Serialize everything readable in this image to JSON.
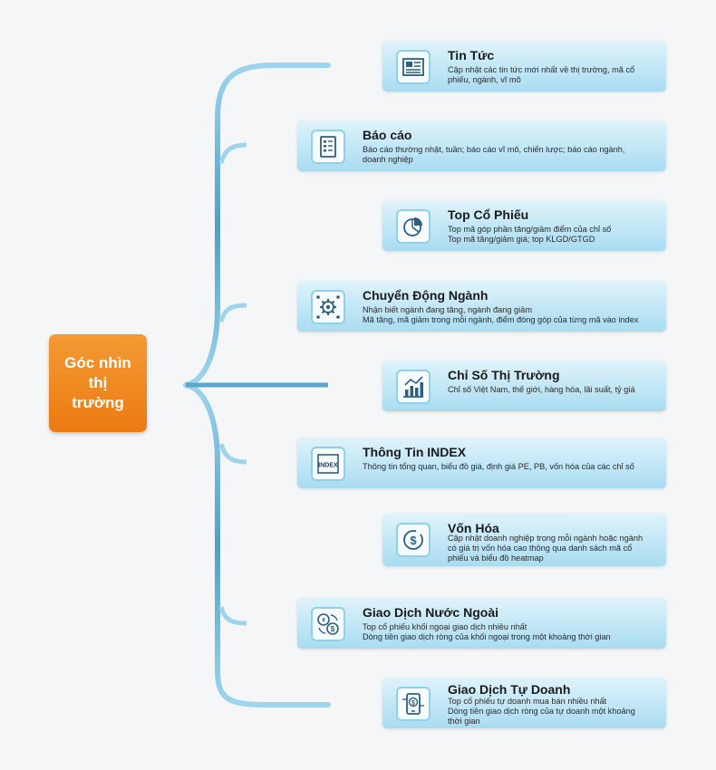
{
  "root": {
    "line1": "Góc nhìn",
    "line2": "thị trường"
  },
  "nodes": [
    {
      "title": "Tin Tức",
      "icon": "newspaper-icon",
      "lines": [
        "Cập nhật các tin tức mới nhất về thị trường, mã cổ",
        "phiếu, ngành, vĩ mô"
      ]
    },
    {
      "title": "Báo cáo",
      "icon": "report-document-icon",
      "lines": [
        "Báo cáo thường nhật, tuần; báo cáo vĩ mô, chiến lược; báo cáo ngành,",
        "doanh nghiệp"
      ]
    },
    {
      "title": "Top Cổ Phiếu",
      "icon": "pie-chart-icon",
      "lines": [
        "Top mã góp phần tăng/giảm điểm của chỉ số",
        "Top mã tăng/giảm giá; top KLGD/GTGD"
      ]
    },
    {
      "title": "Chuyển Động Ngành",
      "icon": "gear-network-icon",
      "lines": [
        "Nhận biết ngành đang tăng, ngành đang giảm",
        "Mã tăng, mã giảm trong mỗi ngành, điểm đóng góp của từng mã vào index"
      ]
    },
    {
      "title": "Chỉ Số Thị Trường",
      "icon": "bar-chart-trend-icon",
      "lines": [
        "Chỉ số Việt Nam, thế giới, hàng hóa, lãi suất, tỷ giá"
      ]
    },
    {
      "title": "Thông Tin INDEX",
      "icon": "index-icon",
      "icon_text": "INDEX",
      "lines": [
        "Thông tin tổng quan, biểu đồ giá, định giá PE, PB, vốn hóa của các chỉ số"
      ]
    },
    {
      "title": "Vốn Hóa",
      "icon": "dollar-cycle-icon",
      "lines": [
        "Cập nhật doanh nghiệp trong mỗi ngành hoặc ngành",
        "có giá trị vốn hóa cao thông qua danh sách mã cổ",
        "phiếu và biểu đồ heatmap"
      ]
    },
    {
      "title": "Giao Dịch Nước Ngoài",
      "icon": "currency-exchange-icon",
      "lines": [
        "Top cổ phiếu khối ngoại giao dịch nhiều nhất",
        "Dòng tiền giao dịch ròng của khối ngoại trong một khoảng thời gian"
      ]
    },
    {
      "title": "Giao Dịch Tự Doanh",
      "icon": "phone-dollar-icon",
      "lines": [
        "Top cổ phiếu tự doanh mua bán nhiều nhất",
        "Dòng tiền giao dịch ròng của tự doanh một khoảng",
        "thời gian"
      ]
    }
  ]
}
